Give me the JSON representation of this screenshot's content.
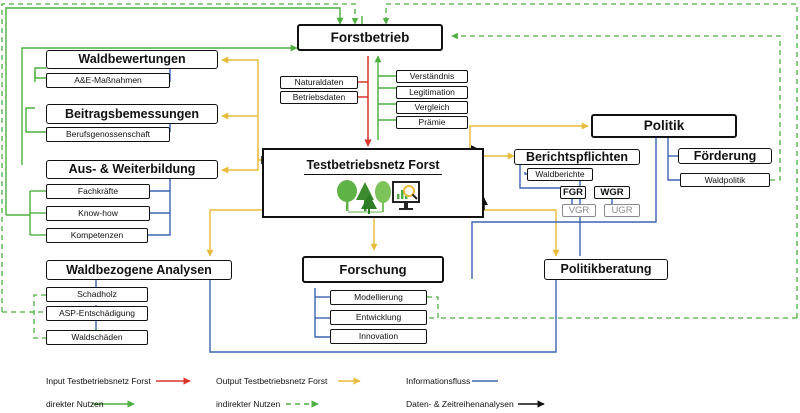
{
  "center": {
    "title": "Testbetriebsnetz Forst"
  },
  "nodes": {
    "forstbetrieb": "Forstbetrieb",
    "waldbewertungen": "Waldbewertungen",
    "ae_massnahmen": "A&E-Maßnahmen",
    "beitragsbemessungen": "Beitragsbemessungen",
    "berufsgenossenschaft": "Berufsgenossenschaft",
    "aus_weiterbildung": "Aus- & Weiterbildung",
    "fachkraefte": "Fachkräfte",
    "know_how": "Know-how",
    "kompetenzen": "Kompetenzen",
    "waldbezogene_analysen": "Waldbezogene Analysen",
    "schadholz": "Schadholz",
    "asp": "ASP-Entschädigung",
    "waldschaeden": "Waldschäden",
    "forschung": "Forschung",
    "modellierung": "Modellierung",
    "entwicklung": "Entwicklung",
    "innovation": "Innovation",
    "politikberatung": "Politikberatung",
    "politik": "Politik",
    "berichtspflichten": "Berichtspflichten",
    "waldberichte": "Waldberichte",
    "fgr": "FGR",
    "wgr": "WGR",
    "vgr": "VGR",
    "ugr": "UGR",
    "foerderung": "Förderung",
    "waldpolitik": "Waldpolitik",
    "naturaldaten": "Naturaldaten",
    "betriebsdaten": "Betriebsdaten",
    "verstaendnis": "Verständnis",
    "legitimation": "Legitimation",
    "vergleich": "Vergleich",
    "praemie": "Prämie"
  },
  "legend": {
    "input": "Input Testbetriebsnetz Forst",
    "output": "Output Testbetriebsnetz Forst",
    "info": "Informationsfluss",
    "direkt": "direkter Nutzen",
    "indirekt": "indirekter Nutzen",
    "daten": "Daten- & Zeitreihenanalysen"
  },
  "colors": {
    "input": "#d9352b",
    "output": "#e8bb3c",
    "info": "#3b63b3",
    "green": "#4caf3f",
    "black": "#111111",
    "gray": "#8a8a8a"
  },
  "icons": [
    "tree-icon",
    "tree-icon",
    "tree-icon",
    "monitor-chart-icon"
  ]
}
